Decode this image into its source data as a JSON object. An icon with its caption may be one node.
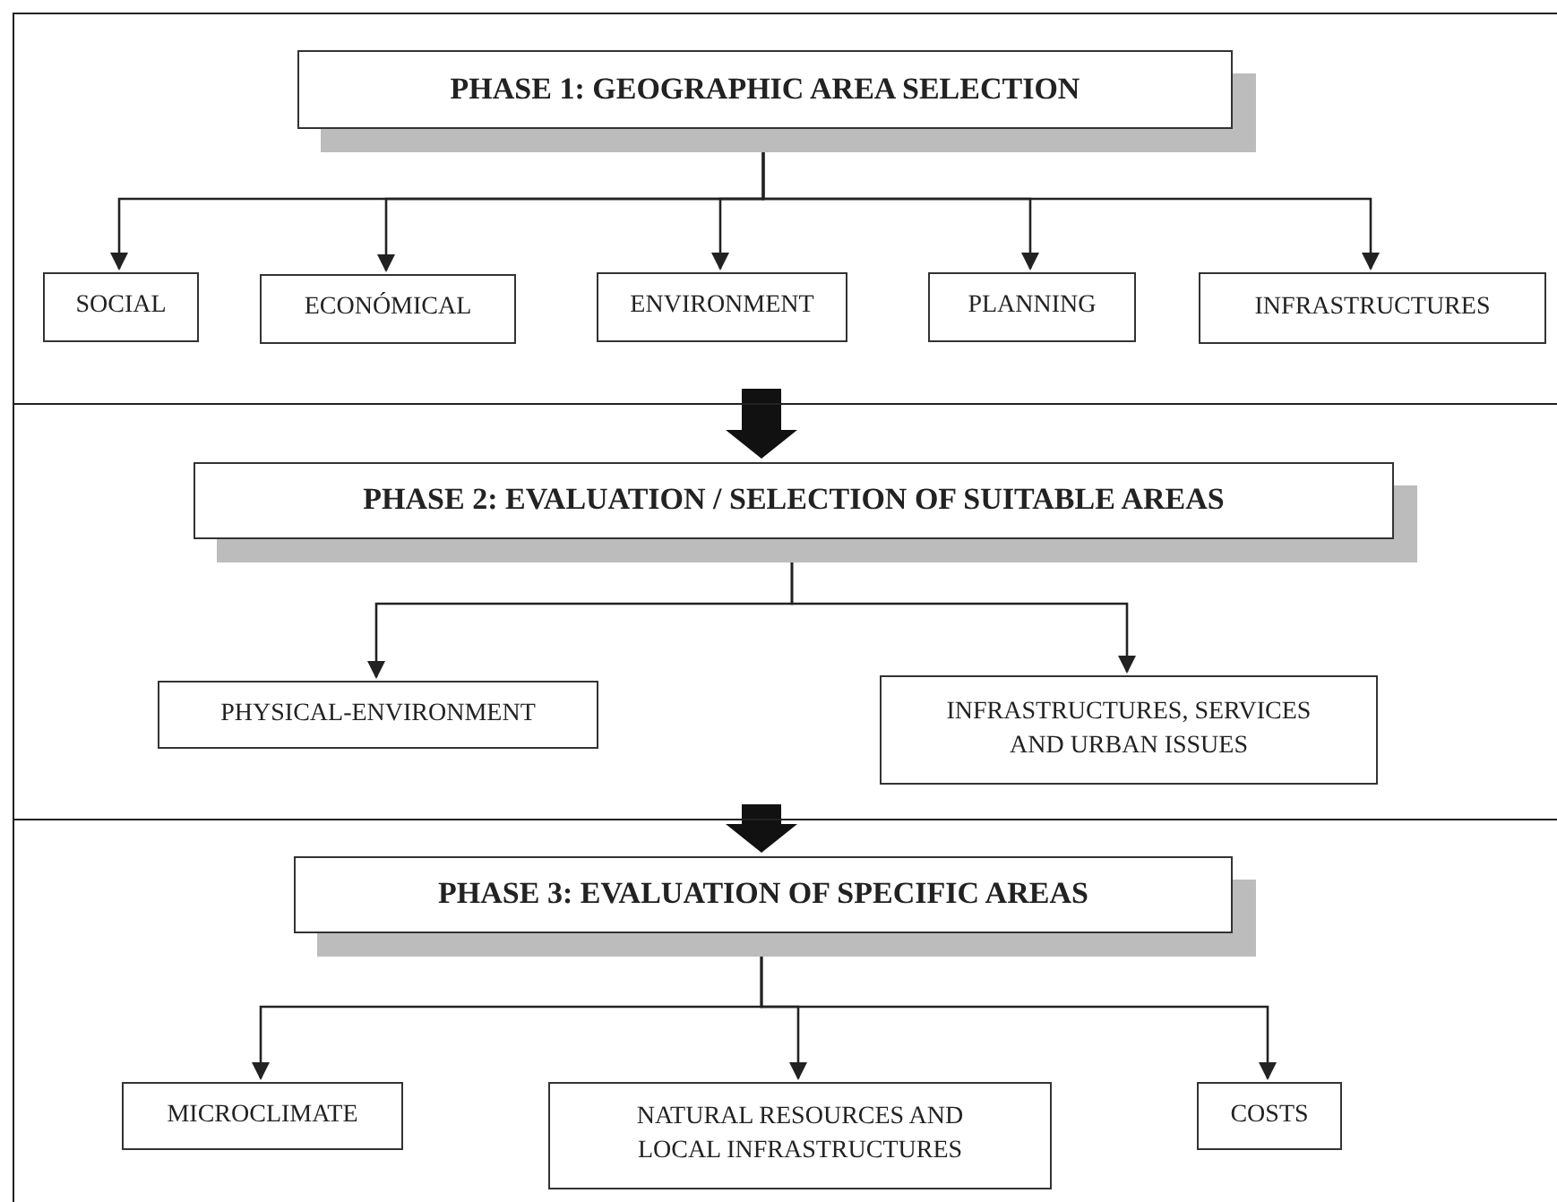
{
  "diagram": {
    "nodes": [
      {
        "text": [],
        "shape": "box"
      },
      {
        "text": [
          "PHASE 1: GEOGRAPHIC AREA SELECTION"
        ],
        "in": 0
      },
      {
        "text": [
          "SOCIAL"
        ],
        "in": 0
      },
      {
        "text": [
          "ECONÓMICAL"
        ],
        "in": 0
      },
      {
        "text": [
          "ENVIRONMENT"
        ],
        "in": 0
      },
      {
        "text": [
          "PLANNING"
        ],
        "in": 0
      },
      {
        "text": [
          "INFRASTRUCTURES"
        ],
        "in": 0
      },
      {
        "text": [],
        "shape": "box"
      },
      {
        "text": [
          "PHASE 2: EVALUATION / SELECTION OF SUITABLE AREAS"
        ],
        "in": 7
      },
      {
        "text": [
          "PHYSICAL-ENVIRONMENT"
        ],
        "in": 7
      },
      {
        "text": [
          "INFRASTRUCTURES, SERVICES AND URBAN ISSUES"
        ],
        "in": 7
      },
      {
        "text": [],
        "shape": "box"
      },
      {
        "text": [
          "PHASE 3: EVALUATION OF SPECIFIC AREAS"
        ],
        "in": 11
      },
      {
        "text": [
          "MICROCLIMATE"
        ],
        "in": 11
      },
      {
        "text": [
          "NATURAL RESOURCES AND LOCAL INFRASTRUCTURES"
        ],
        "in": 11
      },
      {
        "text": [
          "COSTS"
        ],
        "in": 11
      }
    ],
    "edges": [
      {
        "from": 1,
        "to": 2,
        "arrow": "to"
      },
      {
        "from": 1,
        "to": 3,
        "arrow": "to"
      },
      {
        "from": 1,
        "to": 4,
        "arrow": "to"
      },
      {
        "from": 1,
        "to": 5,
        "arrow": "to"
      },
      {
        "from": 1,
        "to": 6,
        "arrow": "to"
      },
      {
        "from": 0,
        "to": 8,
        "arrow": "to",
        "style": "thick"
      },
      {
        "from": 8,
        "to": 9,
        "arrow": "to"
      },
      {
        "from": 8,
        "to": 10,
        "arrow": "to"
      },
      {
        "from": 7,
        "to": 12,
        "arrow": "to",
        "style": "thick"
      },
      {
        "from": 12,
        "to": 13,
        "arrow": "to"
      },
      {
        "from": 12,
        "to": 14,
        "arrow": "to"
      },
      {
        "from": 12,
        "to": 15,
        "arrow": "to"
      }
    ]
  }
}
